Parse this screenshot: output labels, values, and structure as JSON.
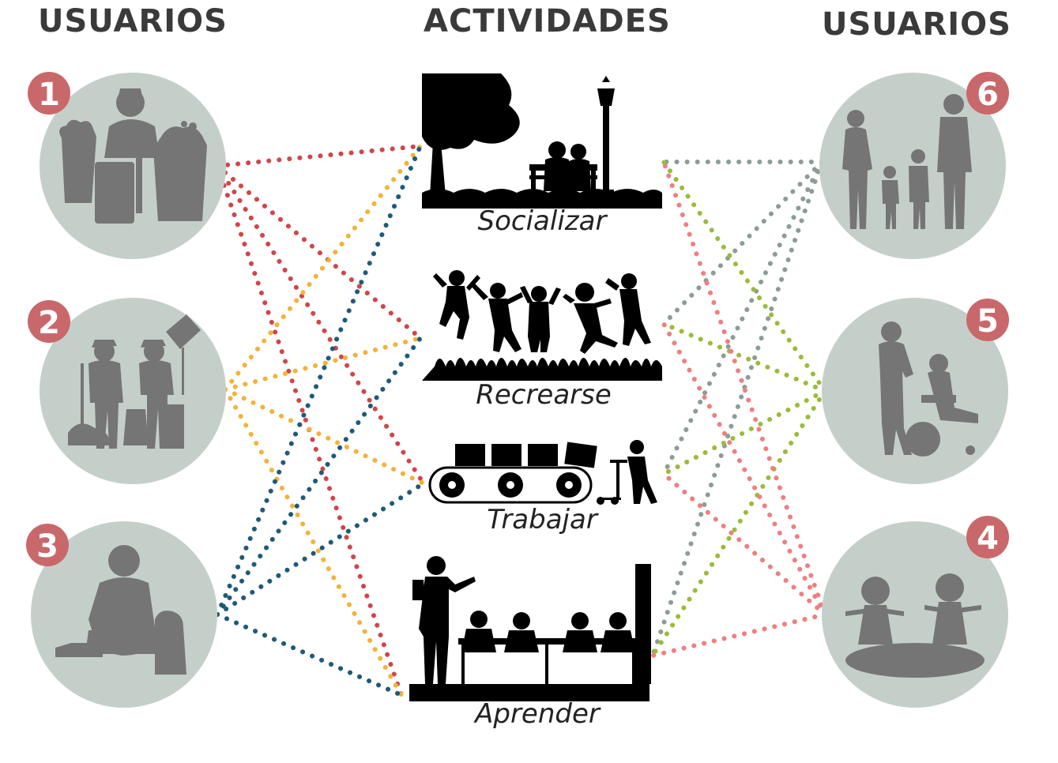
{
  "headings": {
    "left": "USUARIOS",
    "center": "ACTIVIDADES",
    "right": "USUARIOS"
  },
  "users": [
    {
      "number": "1",
      "icon": "recyclers-with-sacks-icon"
    },
    {
      "number": "2",
      "icon": "street-sweepers-icon"
    },
    {
      "number": "3",
      "icon": "seated-vendor-icon"
    },
    {
      "number": "4",
      "icon": "children-playing-icon"
    },
    {
      "number": "5",
      "icon": "wheelchair-user-with-caregiver-icon"
    },
    {
      "number": "6",
      "icon": "family-group-icon"
    }
  ],
  "activities": [
    {
      "label": "Socializar",
      "icon": "park-bench-couple-icon"
    },
    {
      "label": "Recrearse",
      "icon": "people-jumping-icon"
    },
    {
      "label": "Trabajar",
      "icon": "conveyor-belt-worker-icon"
    },
    {
      "label": "Aprender",
      "icon": "classroom-teacher-icon"
    }
  ],
  "connections": [
    {
      "user": "1",
      "activity": "Socializar",
      "color": "#d0454a"
    },
    {
      "user": "1",
      "activity": "Recrearse",
      "color": "#d0454a"
    },
    {
      "user": "1",
      "activity": "Trabajar",
      "color": "#d0454a"
    },
    {
      "user": "1",
      "activity": "Aprender",
      "color": "#d0454a"
    },
    {
      "user": "2",
      "activity": "Socializar",
      "color": "#f3b23a"
    },
    {
      "user": "2",
      "activity": "Recrearse",
      "color": "#f3b23a"
    },
    {
      "user": "2",
      "activity": "Trabajar",
      "color": "#f3b23a"
    },
    {
      "user": "2",
      "activity": "Aprender",
      "color": "#f3b23a"
    },
    {
      "user": "3",
      "activity": "Socializar",
      "color": "#1f5a78"
    },
    {
      "user": "3",
      "activity": "Recrearse",
      "color": "#1f5a78"
    },
    {
      "user": "3",
      "activity": "Trabajar",
      "color": "#1f5a78"
    },
    {
      "user": "3",
      "activity": "Aprender",
      "color": "#1f5a78"
    },
    {
      "user": "6",
      "activity": "Socializar",
      "color": "#8c9c96"
    },
    {
      "user": "6",
      "activity": "Recrearse",
      "color": "#8c9c96"
    },
    {
      "user": "6",
      "activity": "Trabajar",
      "color": "#8c9c96"
    },
    {
      "user": "6",
      "activity": "Aprender",
      "color": "#8c9c96"
    },
    {
      "user": "5",
      "activity": "Socializar",
      "color": "#9bbb3a"
    },
    {
      "user": "5",
      "activity": "Recrearse",
      "color": "#9bbb3a"
    },
    {
      "user": "5",
      "activity": "Trabajar",
      "color": "#9bbb3a"
    },
    {
      "user": "5",
      "activity": "Aprender",
      "color": "#9bbb3a"
    },
    {
      "user": "4",
      "activity": "Socializar",
      "color": "#ee7f80"
    },
    {
      "user": "4",
      "activity": "Recrearse",
      "color": "#ee7f80"
    },
    {
      "user": "4",
      "activity": "Trabajar",
      "color": "#ee7f80"
    },
    {
      "user": "4",
      "activity": "Aprender",
      "color": "#ee7f80"
    }
  ],
  "colors": {
    "circle_fill": "#c5cfca",
    "silhouette": "#757575",
    "badge_fill": "#c9686a",
    "badge_text": "#ffffff",
    "heading_text": "#3a3a3a"
  }
}
